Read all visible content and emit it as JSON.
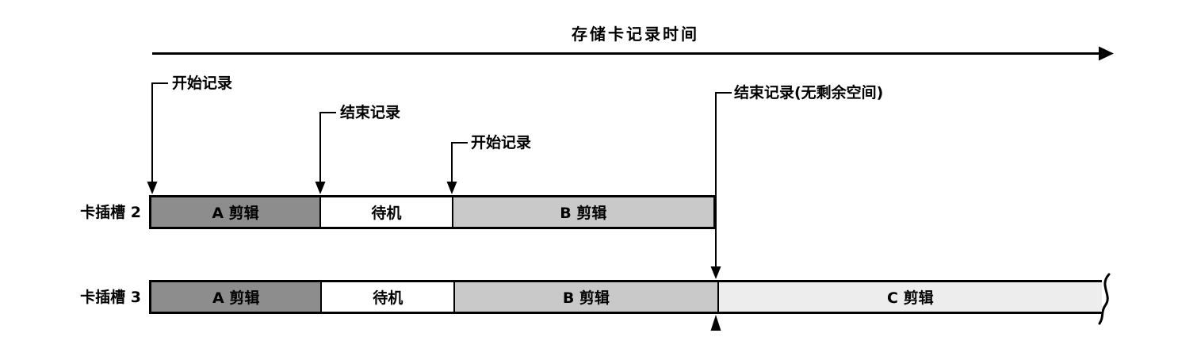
{
  "title": "存储卡记录时间",
  "annotations": {
    "start_recording_1": "开始记录",
    "stop_recording_1": "结束记录",
    "start_recording_2": "开始记录",
    "stop_recording_full": "结束记录(无剩余空间)"
  },
  "rows": [
    {
      "label": "卡插槽 2",
      "segments": [
        {
          "name": "clip-a",
          "label": "A 剪辑"
        },
        {
          "name": "standby",
          "label": "待机"
        },
        {
          "name": "clip-b",
          "label": "B 剪辑"
        }
      ]
    },
    {
      "label": "卡插槽 3",
      "segments": [
        {
          "name": "clip-a",
          "label": "A 剪辑"
        },
        {
          "name": "standby",
          "label": "待机"
        },
        {
          "name": "clip-b",
          "label": "B 剪辑"
        },
        {
          "name": "clip-c",
          "label": "C 剪辑"
        }
      ]
    }
  ],
  "colors": {
    "clip_a_fill": "#8d8d8d",
    "standby_fill": "#ffffff",
    "clip_b_fill": "#c9c9c9",
    "clip_c_fill": "#ededed",
    "line": "#000000",
    "background": "#ffffff"
  }
}
